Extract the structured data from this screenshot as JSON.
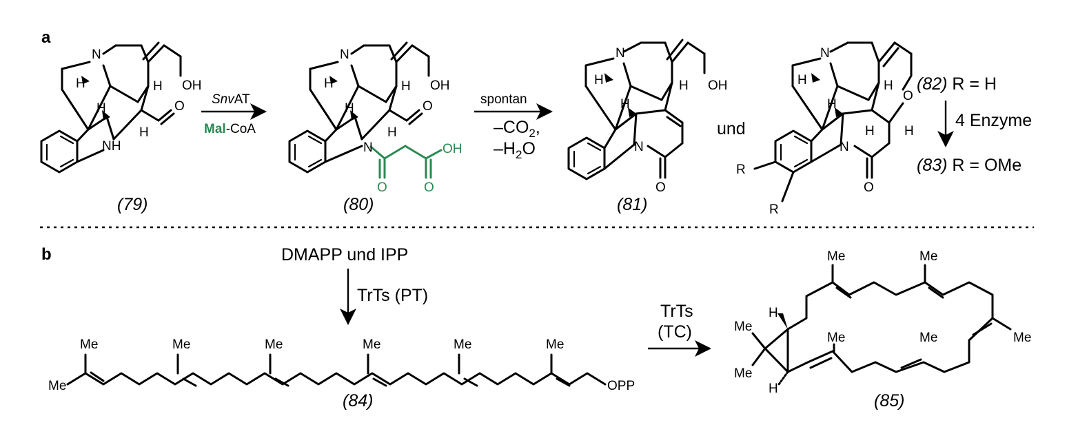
{
  "panels": {
    "a": "a",
    "b": "b"
  },
  "compounds": {
    "c79": "(79)",
    "c80": "(80)",
    "c81": "(81)",
    "c82": "(82)",
    "c83": "(83)",
    "c84": "(84)",
    "c85": "(85)"
  },
  "step1": {
    "enzyme_prefix": "Snv",
    "enzyme_suffix": "AT",
    "cosub_bold": "Mal",
    "cosub_rest": "-CoA"
  },
  "step2": {
    "label": "spontan",
    "line1": "–CO",
    "line1_sub": "2",
    "line1_end": ",",
    "line2": "–H",
    "line2_sub": "2",
    "line2_end": "O"
  },
  "und": "und",
  "r_82": "R = H",
  "r_83": "R = OMe",
  "enzymes": "4 Enzyme",
  "precursors": "DMAPP und IPP",
  "pt_step": "TrTs (PT)",
  "tc_step_1": "TrTs",
  "tc_step_2": "(TC)",
  "atoms": {
    "N": "N",
    "H": "H",
    "O": "O",
    "OH": "OH",
    "NH": "NH",
    "R": "R",
    "Me": "Me",
    "OPP": "OPP"
  }
}
